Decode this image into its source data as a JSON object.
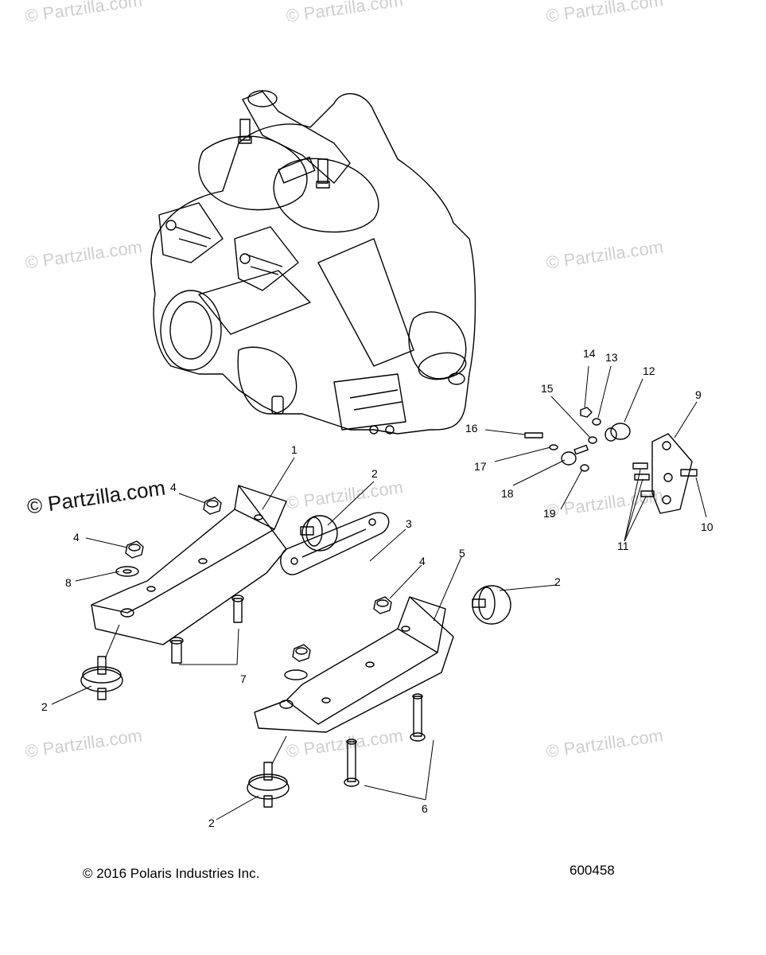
{
  "watermark": "© Partzilla.com",
  "footer": {
    "copyright": "© 2016 Polaris Industries Inc.",
    "diagram_number": "600458"
  },
  "callouts": [
    "1",
    "2",
    "2",
    "2",
    "2",
    "3",
    "4",
    "4",
    "4",
    "5",
    "6",
    "7",
    "8",
    "9",
    "10",
    "11",
    "12",
    "13",
    "14",
    "15",
    "16",
    "17",
    "18",
    "19"
  ]
}
